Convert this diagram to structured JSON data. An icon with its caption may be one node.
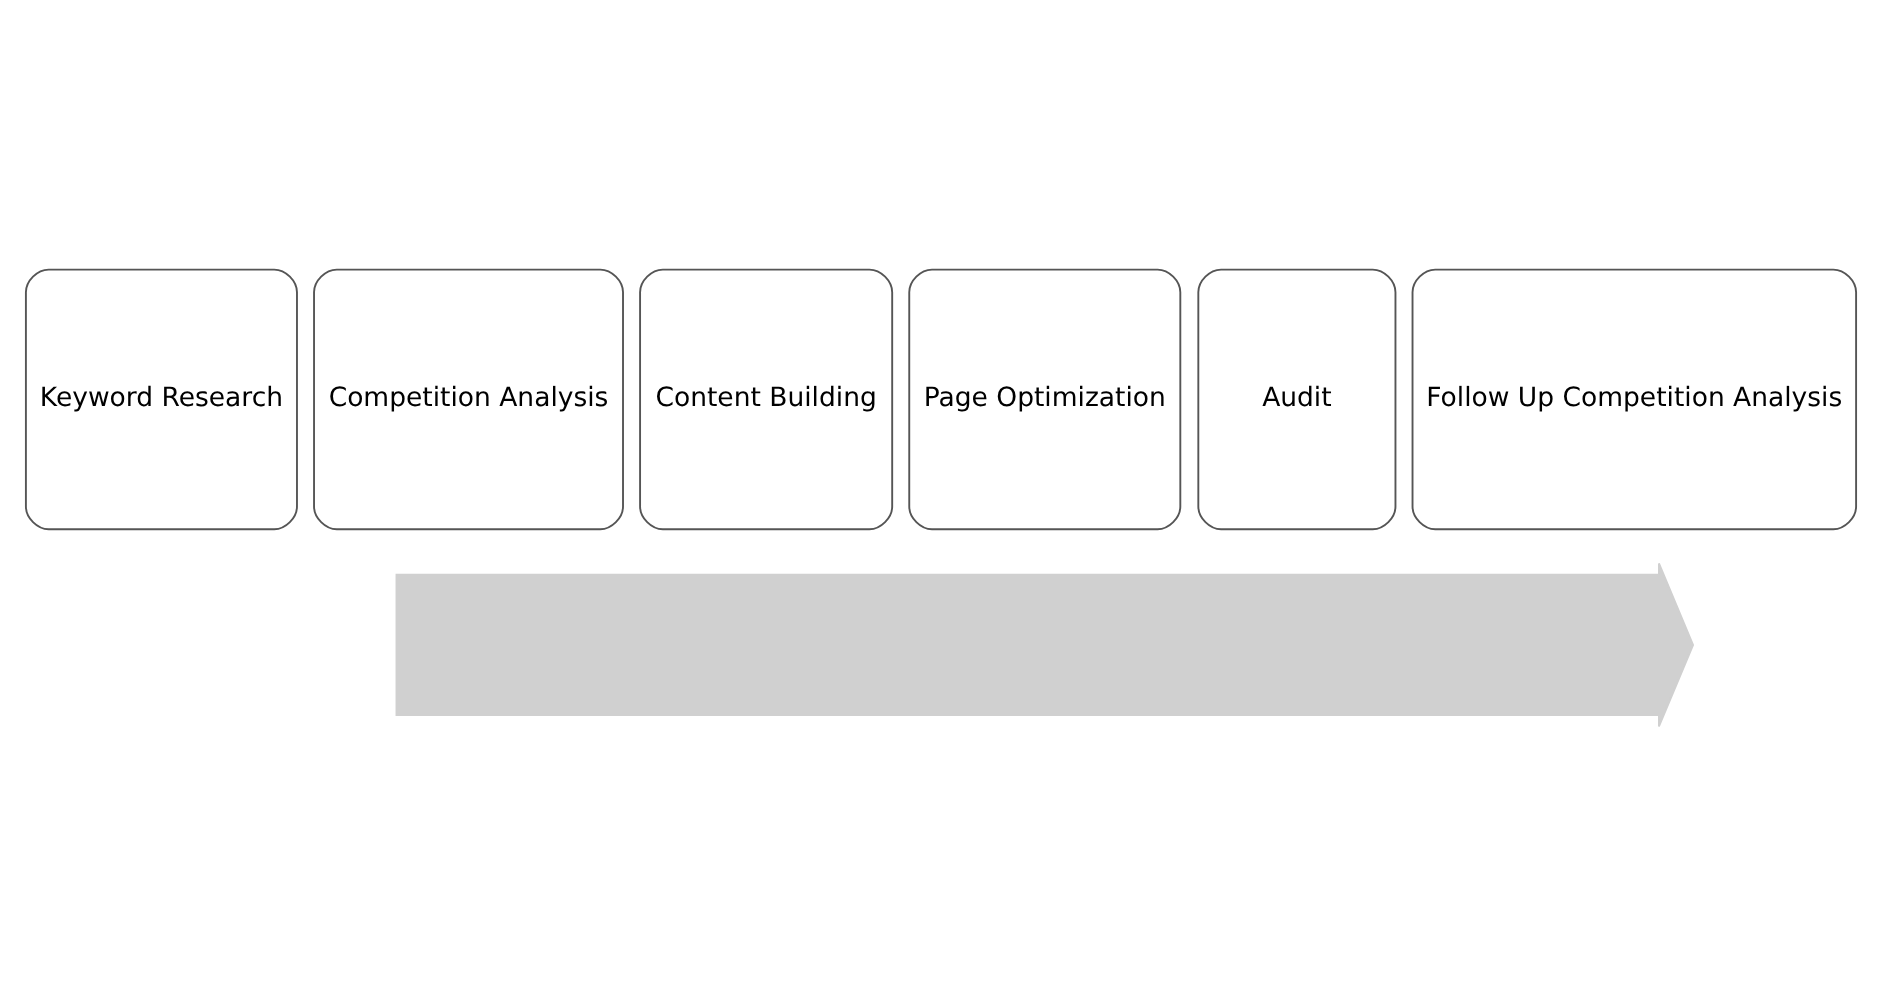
{
  "diagram": {
    "nodes": [
      {
        "text": [],
        "shape": "arrow"
      },
      {
        "text": [
          "Keyword Research"
        ]
      },
      {
        "text": [
          "Competition Analysis"
        ]
      },
      {
        "text": [
          "Content Building"
        ]
      },
      {
        "text": [
          "Page Optimization"
        ]
      },
      {
        "text": [
          "Audit"
        ]
      },
      {
        "text": [
          "Follow Up Competition Analysis"
        ]
      }
    ]
  }
}
